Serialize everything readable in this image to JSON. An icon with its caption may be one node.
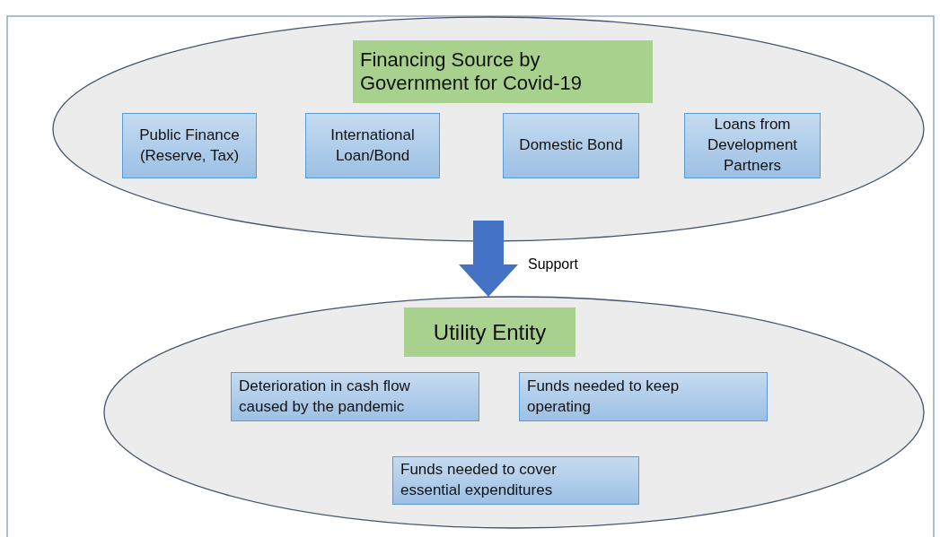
{
  "diagram": {
    "nodes": [
      {
        "text": [],
        "shape": "ellipse"
      },
      {
        "text": [
          "Financing Source by Government for Covid-19"
        ],
        "in": 0
      },
      {
        "text": [
          "Public Finance (Reserve, Tax)"
        ],
        "in": 0
      },
      {
        "text": [
          "International Loan/Bond"
        ],
        "in": 0
      },
      {
        "text": [
          "Domestic Bond"
        ],
        "in": 0
      },
      {
        "text": [
          "Loans from Development Partners"
        ],
        "in": 0
      },
      {
        "text": [],
        "shape": "ellipse"
      },
      {
        "text": [
          "Utility Entity"
        ],
        "in": 6
      },
      {
        "text": [
          "Deterioration in cash flow caused by the pandemic"
        ],
        "in": 6
      },
      {
        "text": [
          "Funds needed to keep operating"
        ],
        "in": 6
      },
      {
        "text": [
          "Funds needed to cover essential expenditures"
        ],
        "in": 6
      }
    ],
    "edges": [
      {
        "from": 0,
        "to": 6,
        "arrow": "to",
        "label": "Support",
        "style": "thick"
      }
    ]
  }
}
